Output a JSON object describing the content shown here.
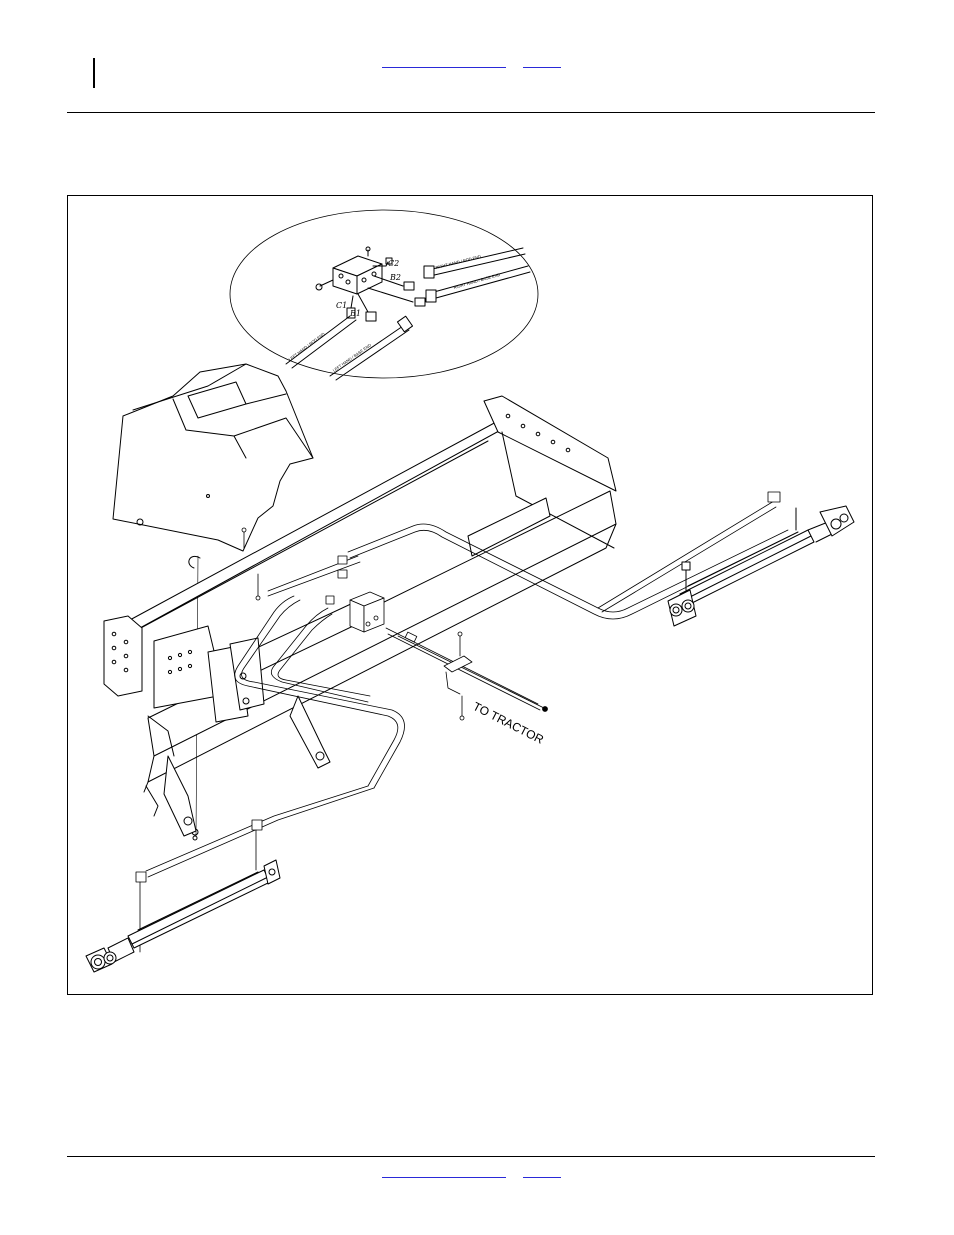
{
  "header": {
    "link_primary": "",
    "link_secondary": ""
  },
  "footer": {
    "link_primary": "",
    "link_secondary": ""
  },
  "figure": {
    "detail_callouts": {
      "c2": "C2",
      "b2": "B2",
      "c1": "C1",
      "b1": "B1"
    },
    "hose_labels": {
      "right_rod": "RIGHT HAND / ROD END",
      "right_base": "RIGHT HAND / BASE END",
      "left_rod": "LEFT HAND / ROD END",
      "left_base": "LEFT HAND / BASE END"
    },
    "to_tractor": "TO TRACTOR"
  }
}
